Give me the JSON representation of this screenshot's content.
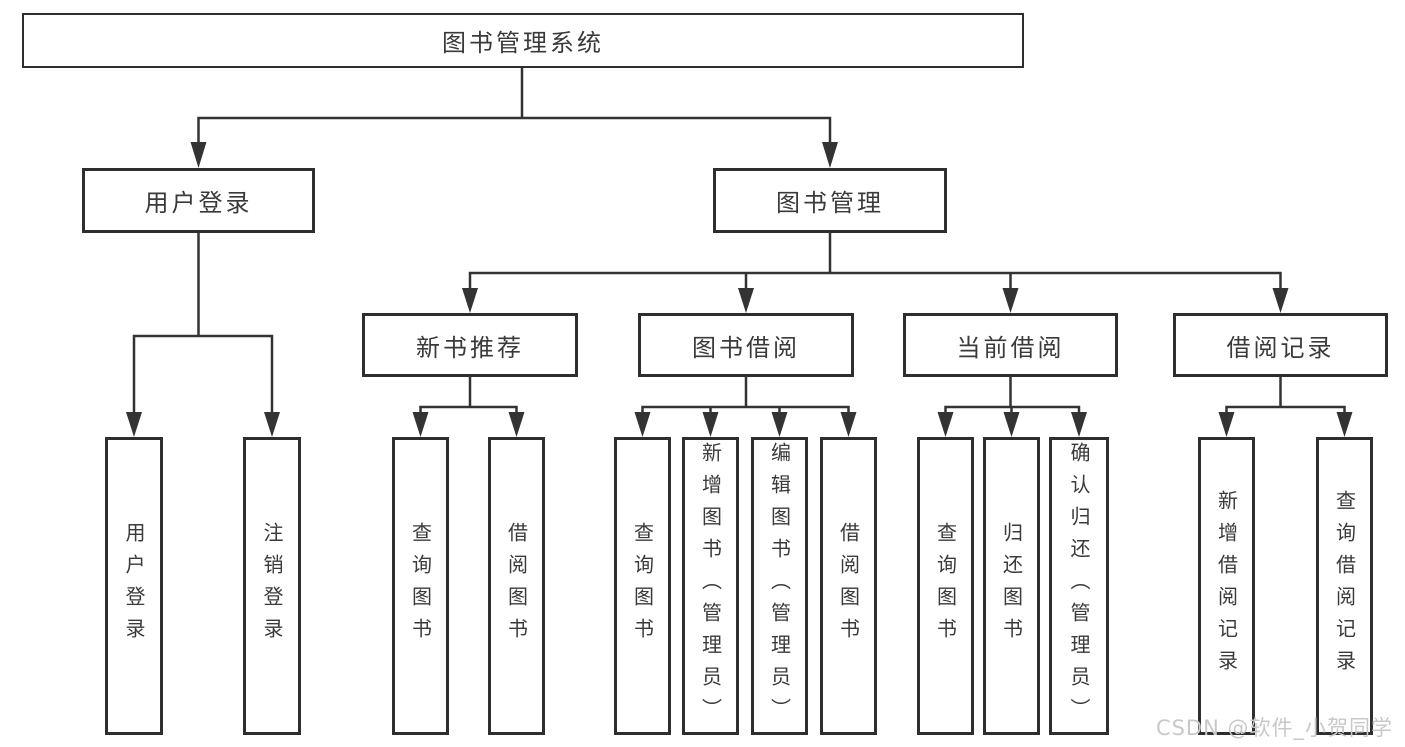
{
  "colors": {
    "background": "#ffffff",
    "line": "#333333",
    "box_border": "#2e2e2e",
    "text": "#3a3a3a",
    "watermark": "#c8c8c8"
  },
  "root": {
    "label": "图书管理系统"
  },
  "level2": {
    "user_login": {
      "label": "用户登录"
    },
    "book_mgmt": {
      "label": "图书管理"
    }
  },
  "level3": {
    "new_book_rec": {
      "label": "新书推荐"
    },
    "book_borrow": {
      "label": "图书借阅"
    },
    "current_borrow": {
      "label": "当前借阅"
    },
    "borrow_record": {
      "label": "借阅记录"
    }
  },
  "level4": {
    "user_login_login": {
      "label": "用户登录"
    },
    "user_login_logout": {
      "label": "注销登录"
    },
    "newbook_query": {
      "label": "查询图书"
    },
    "newbook_borrow": {
      "label": "借阅图书"
    },
    "borrow_query": {
      "label": "查询图书"
    },
    "borrow_add": {
      "label": "新增图书（管理员）"
    },
    "borrow_edit": {
      "label": "编辑图书（管理员）"
    },
    "borrow_borrow": {
      "label": "借阅图书"
    },
    "current_query": {
      "label": "查询图书"
    },
    "current_return": {
      "label": "归还图书"
    },
    "current_confirm": {
      "label": "确认归还（管理员）"
    },
    "record_add": {
      "label": "新增借阅记录"
    },
    "record_query": {
      "label": "查询借阅记录"
    }
  },
  "watermark": {
    "text": "CSDN @软件_小贺同学"
  }
}
